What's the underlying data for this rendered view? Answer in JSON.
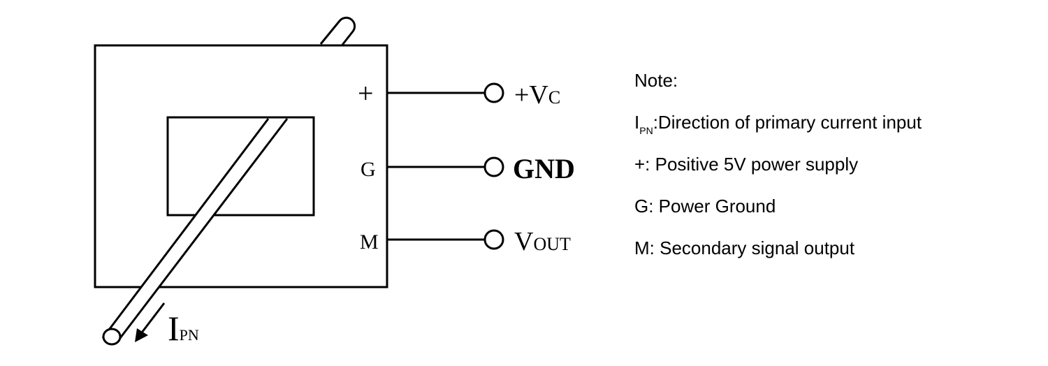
{
  "pins": [
    {
      "id": "plus",
      "pin_label": "+",
      "terminal_main": "+V",
      "terminal_sub": "C"
    },
    {
      "id": "gnd",
      "pin_label": "G",
      "terminal_main": "GND",
      "terminal_sub": ""
    },
    {
      "id": "m",
      "pin_label": "M",
      "terminal_main": "V",
      "terminal_sub": "OUT"
    }
  ],
  "current_label": {
    "main": "I",
    "sub": "PN"
  },
  "notes": {
    "title": "Note:",
    "ipn_main": "I",
    "ipn_sub": "PN",
    "ipn_text": ":Direction of primary current input",
    "plus_text": "+:  Positive 5V power supply",
    "g_text": "G: Power Ground",
    "m_text": "M: Secondary signal output"
  }
}
